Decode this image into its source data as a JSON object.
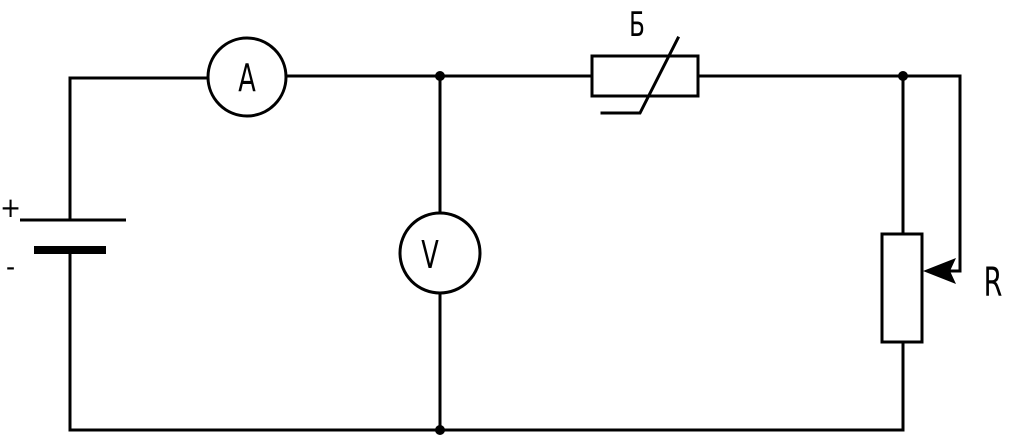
{
  "diagram": {
    "labels": {
      "ammeter": "A",
      "voltmeter": "V",
      "nonlinear_element": "Б",
      "rheostat": "R",
      "battery_plus": "+",
      "battery_minus": "-"
    }
  }
}
